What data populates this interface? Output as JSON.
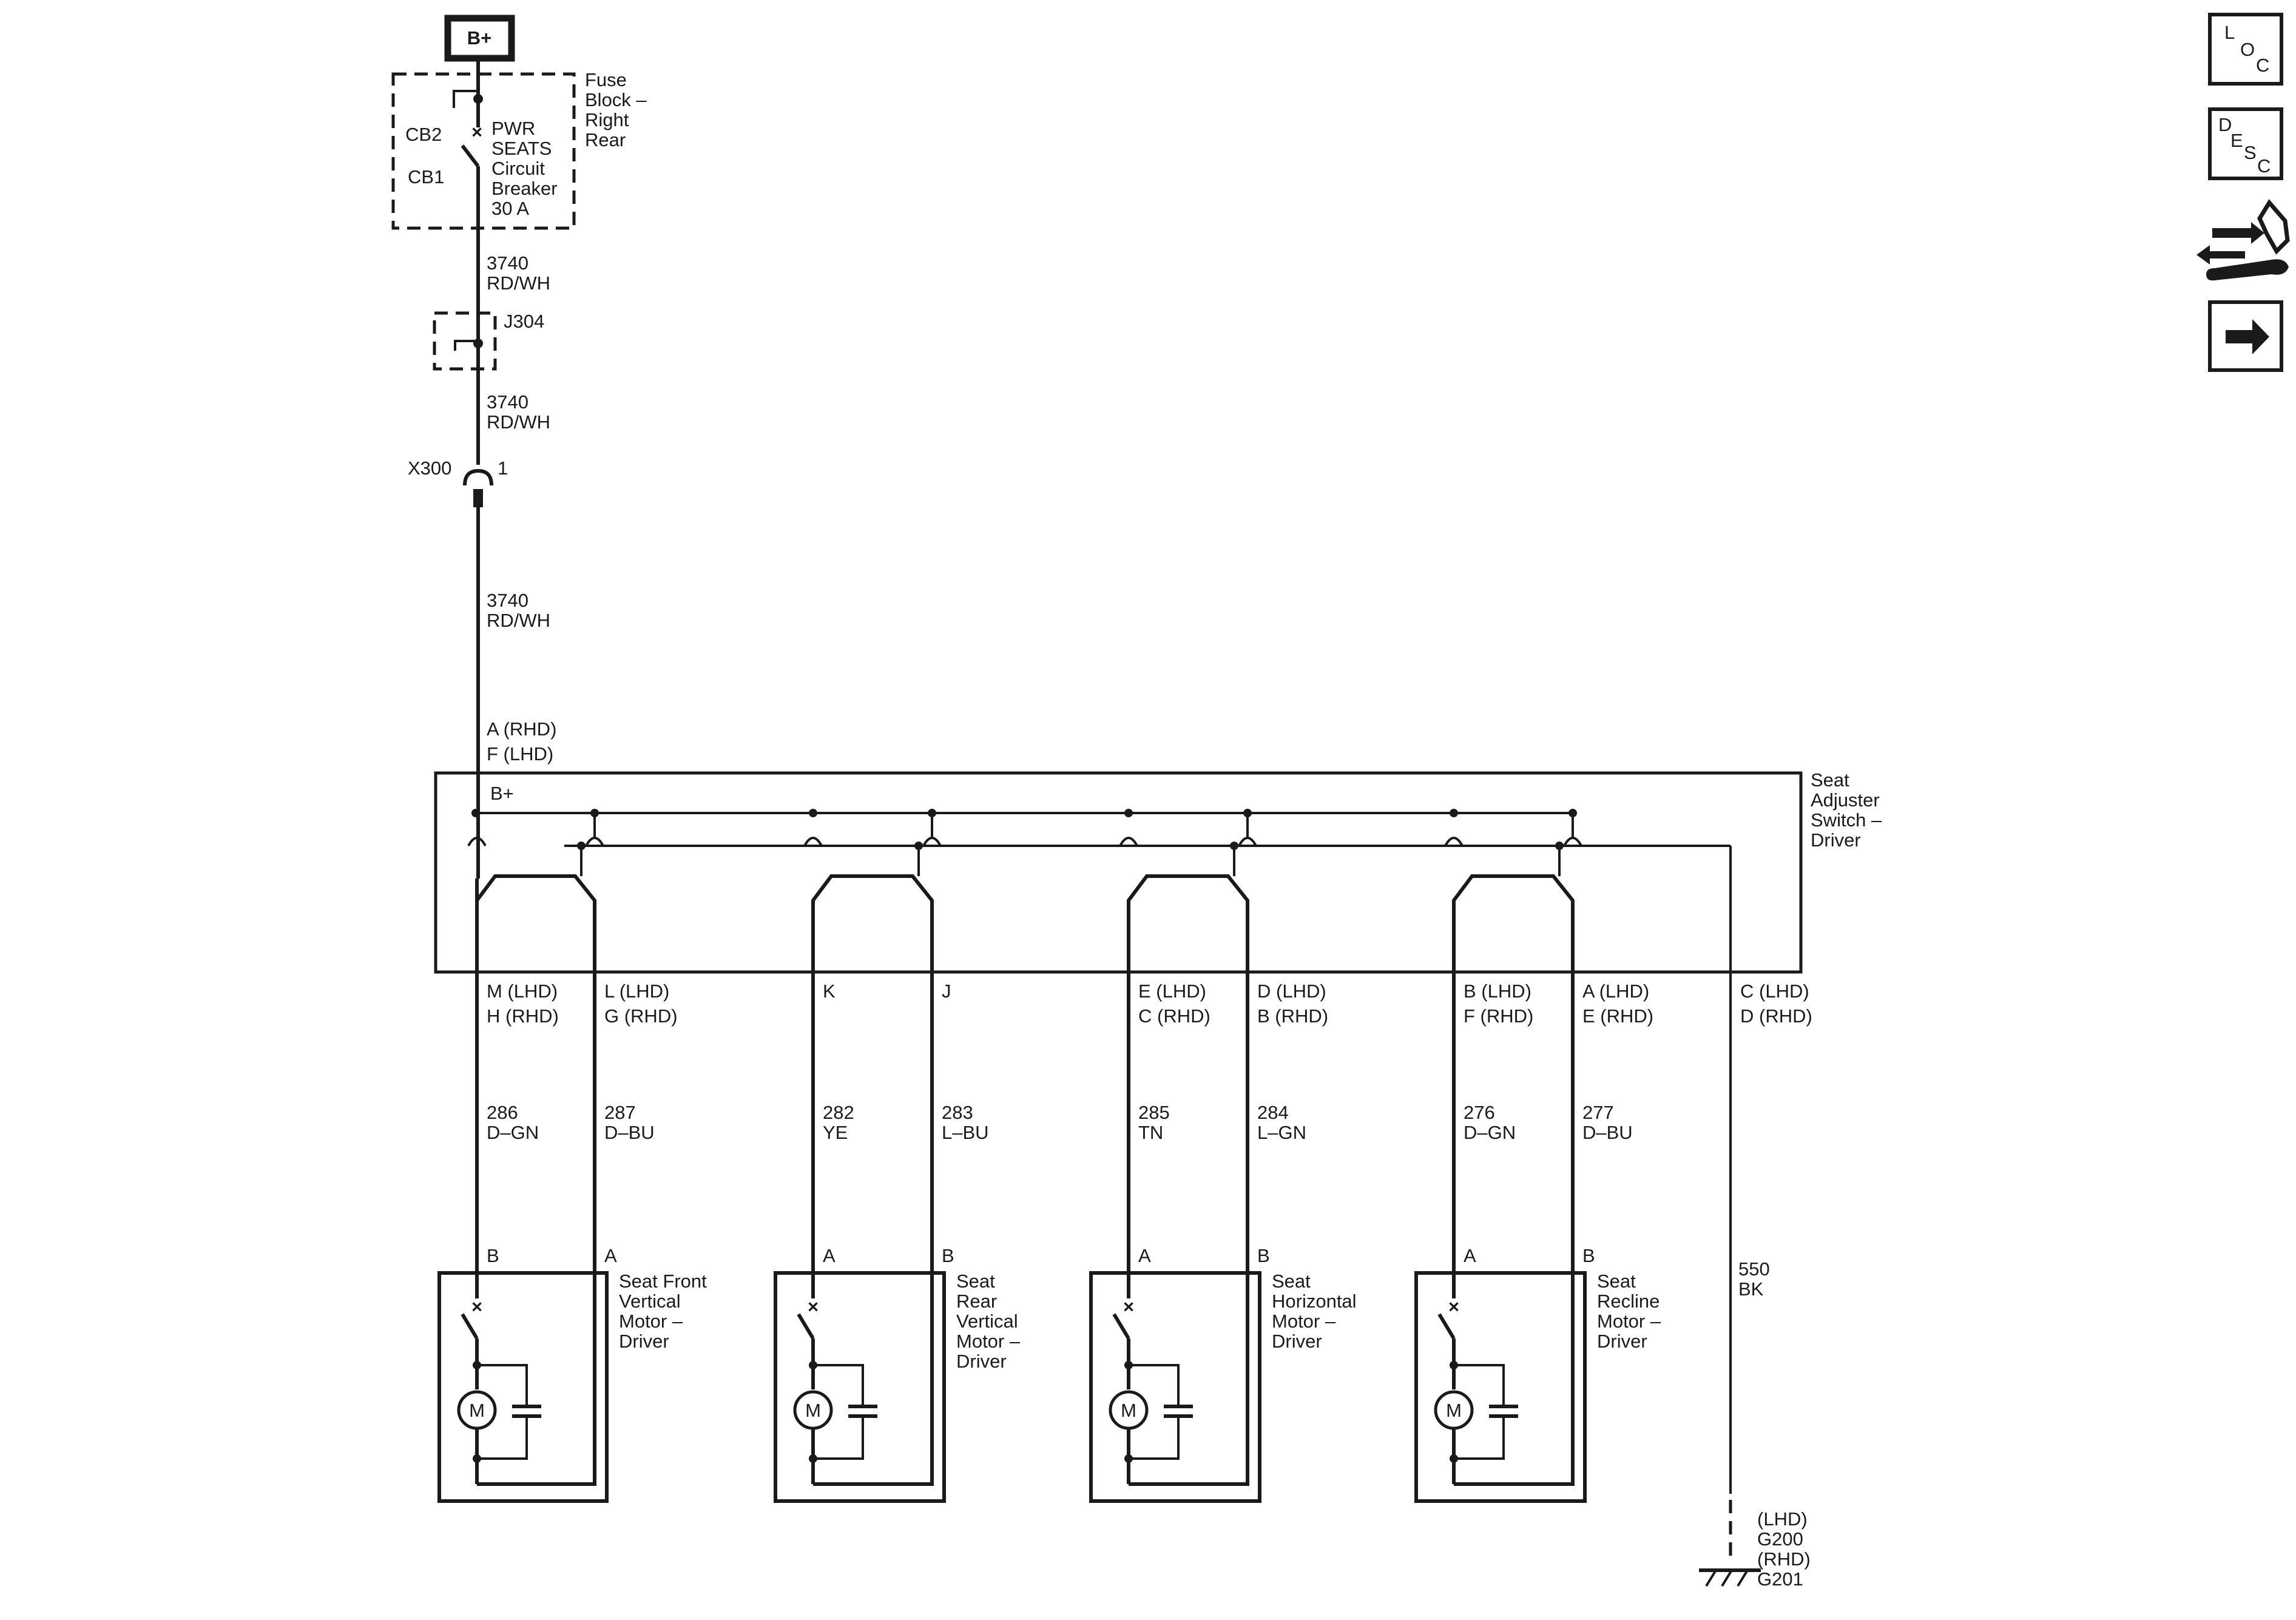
{
  "power": {
    "label": "B+"
  },
  "fuse_block": {
    "name": [
      "Fuse",
      "Block –",
      "Right",
      "Rear"
    ],
    "cb2": "CB2",
    "cb1": "CB1",
    "breaker": [
      "PWR",
      "SEATS",
      "Circuit",
      "Breaker",
      "30 A"
    ]
  },
  "wire_3740_a": {
    "num": "3740",
    "color": "RD/WH"
  },
  "splice": {
    "name": "J304"
  },
  "wire_3740_b": {
    "num": "3740",
    "color": "RD/WH"
  },
  "connector": {
    "name": "X300",
    "pin": "1"
  },
  "wire_3740_c": {
    "num": "3740",
    "color": "RD/WH"
  },
  "switch_input": {
    "pin_rhd": "A (RHD)",
    "pin_lhd": "F (LHD)"
  },
  "switch": {
    "bplus": "B+",
    "name": [
      "Seat",
      "Adjuster",
      "Switch –",
      "Driver"
    ]
  },
  "pins": [
    {
      "l1": "M (LHD)",
      "l2": "H (RHD)"
    },
    {
      "l1": "L (LHD)",
      "l2": "G (RHD)"
    },
    {
      "l1": "K",
      "l2": ""
    },
    {
      "l1": "J",
      "l2": ""
    },
    {
      "l1": "E (LHD)",
      "l2": "C (RHD)"
    },
    {
      "l1": "D (LHD)",
      "l2": "B (RHD)"
    },
    {
      "l1": "B (LHD)",
      "l2": "F (RHD)"
    },
    {
      "l1": "A (LHD)",
      "l2": "E (RHD)"
    },
    {
      "l1": "C (LHD)",
      "l2": "D (RHD)"
    }
  ],
  "wires": [
    {
      "num": "286",
      "color": "D–GN"
    },
    {
      "num": "287",
      "color": "D–BU"
    },
    {
      "num": "282",
      "color": "YE"
    },
    {
      "num": "283",
      "color": "L–BU"
    },
    {
      "num": "285",
      "color": "TN"
    },
    {
      "num": "284",
      "color": "L–GN"
    },
    {
      "num": "276",
      "color": "D–GN"
    },
    {
      "num": "277",
      "color": "D–BU"
    }
  ],
  "motors": [
    {
      "left_pin": "B",
      "right_pin": "A",
      "symbol": "M",
      "name": [
        "Seat Front",
        "Vertical",
        "Motor –",
        "Driver"
      ]
    },
    {
      "left_pin": "A",
      "right_pin": "B",
      "symbol": "M",
      "name": [
        "Seat",
        "Rear",
        "Vertical",
        "Motor –",
        "Driver"
      ]
    },
    {
      "left_pin": "A",
      "right_pin": "B",
      "symbol": "M",
      "name": [
        "Seat",
        "Horizontal",
        "Motor –",
        "Driver"
      ]
    },
    {
      "left_pin": "A",
      "right_pin": "B",
      "symbol": "M",
      "name": [
        "Seat",
        "Recline",
        "Motor –",
        "Driver"
      ]
    }
  ],
  "ground_wire": {
    "num": "550",
    "color": "BK"
  },
  "ground": [
    "(LHD)",
    "G200",
    "(RHD)",
    "G201"
  ],
  "nav": {
    "loc": [
      "L",
      "O",
      "C"
    ],
    "desc": [
      "D",
      "E",
      "S",
      "C"
    ]
  },
  "icons": {
    "connector_repair": "wrench-arrows-icon",
    "next": "arrow-right-icon"
  }
}
